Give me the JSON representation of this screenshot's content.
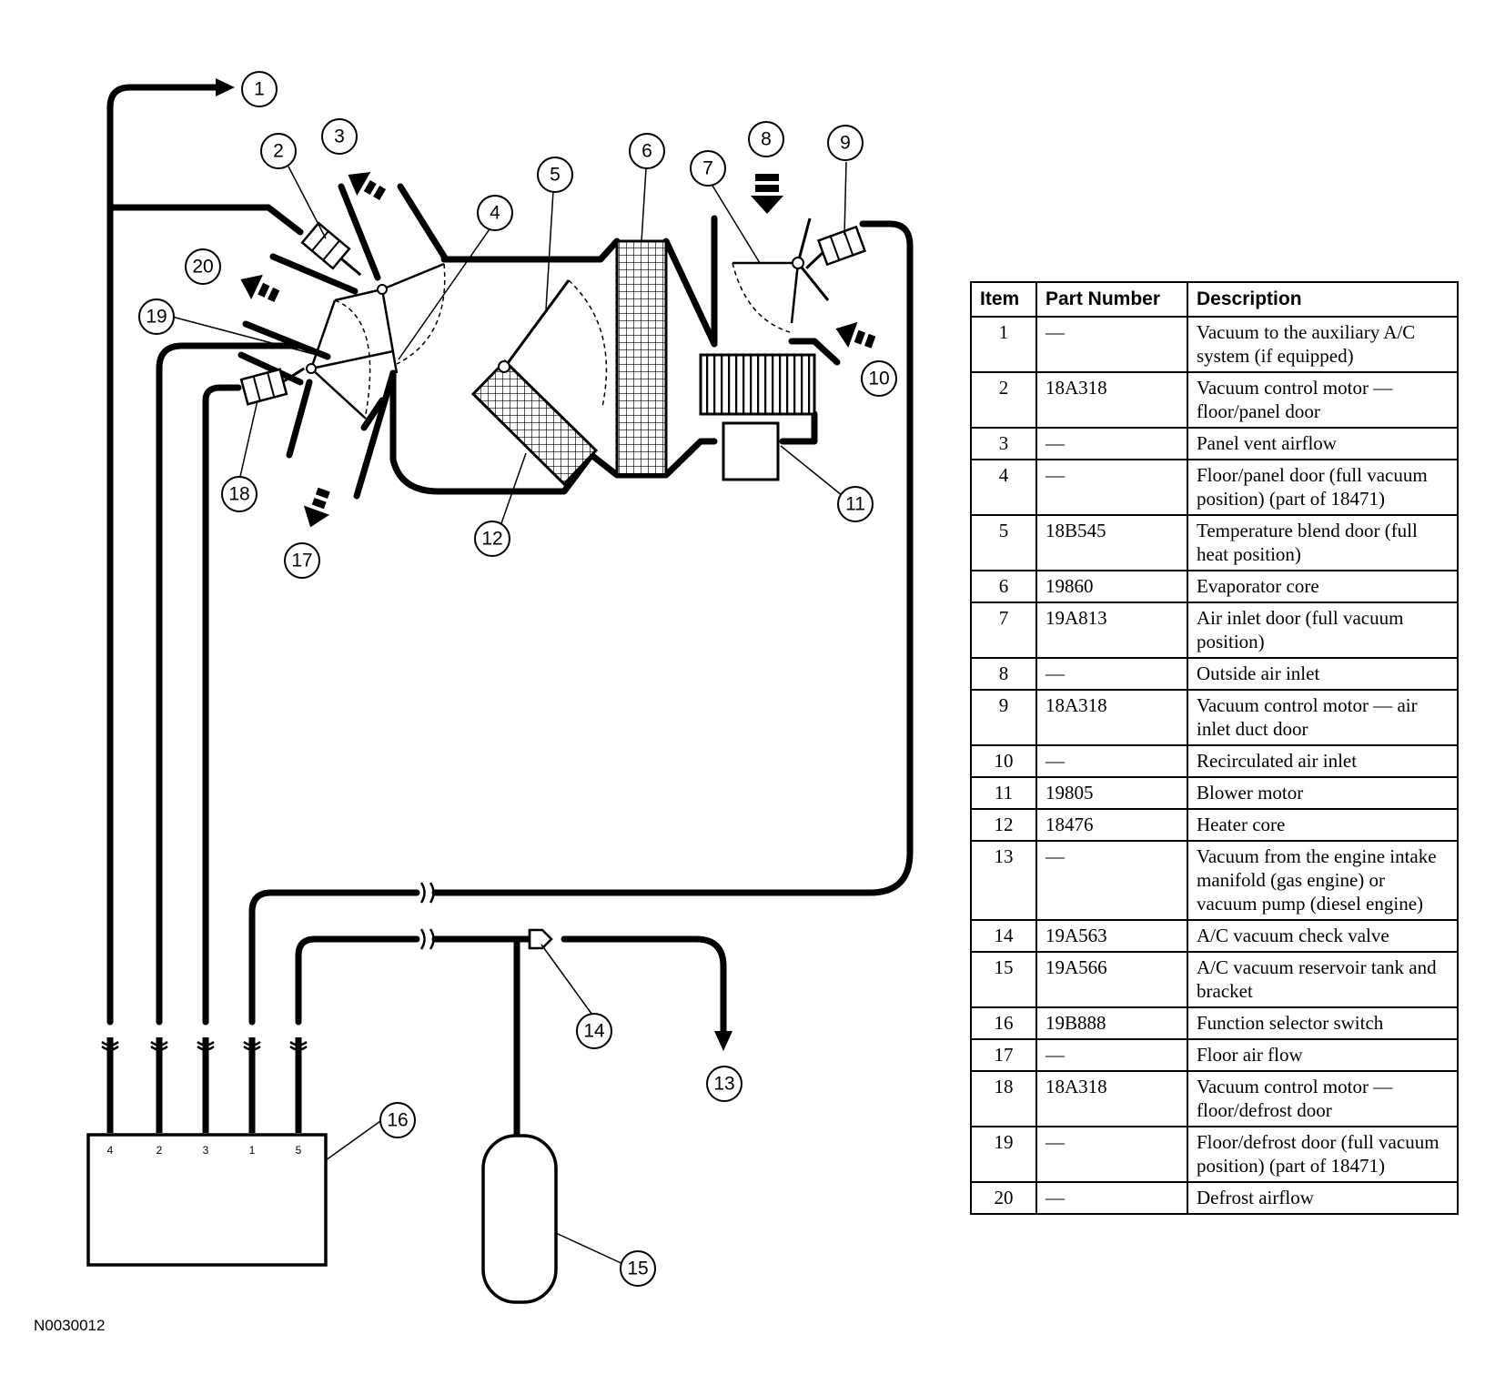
{
  "figure_id": "N0030012",
  "callouts": [
    "1",
    "2",
    "3",
    "4",
    "5",
    "6",
    "7",
    "8",
    "9",
    "10",
    "11",
    "12",
    "13",
    "14",
    "15",
    "16",
    "17",
    "18",
    "19",
    "20"
  ],
  "selector_ports": [
    "4",
    "2",
    "3",
    "1",
    "5"
  ],
  "table": {
    "headers": {
      "item": "Item",
      "part": "Part Number",
      "desc": "Description"
    },
    "rows": [
      {
        "item": "1",
        "part": "—",
        "desc": "Vacuum to the auxiliary A/C system (if equipped)"
      },
      {
        "item": "2",
        "part": "18A318",
        "desc": "Vacuum control motor — floor/panel door"
      },
      {
        "item": "3",
        "part": "—",
        "desc": "Panel vent airflow"
      },
      {
        "item": "4",
        "part": "—",
        "desc": "Floor/panel door (full vacuum position) (part of 18471)"
      },
      {
        "item": "5",
        "part": "18B545",
        "desc": "Temperature blend door (full heat position)"
      },
      {
        "item": "6",
        "part": "19860",
        "desc": "Evaporator core"
      },
      {
        "item": "7",
        "part": "19A813",
        "desc": "Air inlet door (full vacuum position)"
      },
      {
        "item": "8",
        "part": "—",
        "desc": "Outside air inlet"
      },
      {
        "item": "9",
        "part": "18A318",
        "desc": "Vacuum control motor — air inlet duct door"
      },
      {
        "item": "10",
        "part": "—",
        "desc": "Recirculated air inlet"
      },
      {
        "item": "11",
        "part": "19805",
        "desc": "Blower motor"
      },
      {
        "item": "12",
        "part": "18476",
        "desc": "Heater core"
      },
      {
        "item": "13",
        "part": "—",
        "desc": "Vacuum from the engine intake manifold (gas engine) or vacuum pump (diesel engine)"
      },
      {
        "item": "14",
        "part": "19A563",
        "desc": "A/C vacuum check valve"
      },
      {
        "item": "15",
        "part": "19A566",
        "desc": "A/C vacuum reservoir tank and bracket"
      },
      {
        "item": "16",
        "part": "19B888",
        "desc": "Function selector switch"
      },
      {
        "item": "17",
        "part": "—",
        "desc": "Floor air flow"
      },
      {
        "item": "18",
        "part": "18A318",
        "desc": "Vacuum control motor — floor/defrost door"
      },
      {
        "item": "19",
        "part": "—",
        "desc": "Floor/defrost door (full vacuum position) (part of 18471)"
      },
      {
        "item": "20",
        "part": "—",
        "desc": "Defrost airflow"
      }
    ]
  }
}
